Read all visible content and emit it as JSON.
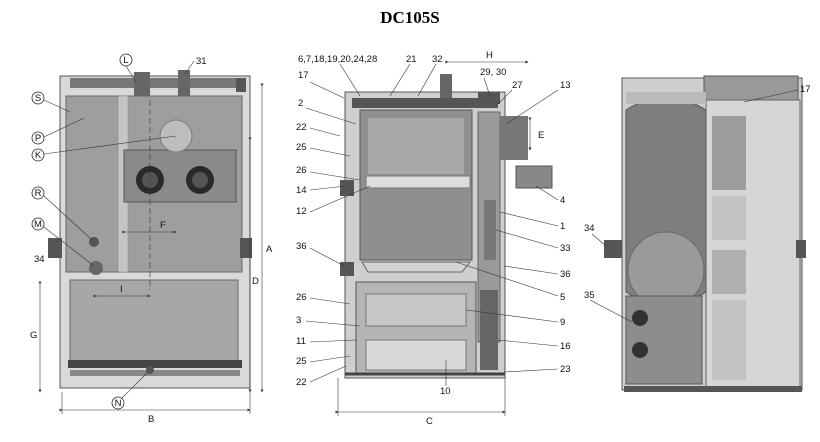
{
  "title": "DC105S",
  "front_view": {
    "letter_labels": [
      "L",
      "S",
      "P",
      "K",
      "R",
      "M",
      "N"
    ],
    "dim_labels": {
      "A": "A",
      "D": "D",
      "G": "G",
      "B": "B",
      "F": "F",
      "I": "I"
    },
    "side_number": "34",
    "top_number": "31"
  },
  "section_view": {
    "left_labels": [
      "6,7,18,19,20,24,28",
      "17",
      "2",
      "22",
      "25",
      "26",
      "14",
      "12",
      "36",
      "26",
      "3",
      "11",
      "25",
      "22"
    ],
    "right_labels": [
      "21",
      "32",
      "H",
      "29, 30",
      "13",
      "27",
      "E",
      "4",
      "1",
      "33",
      "36",
      "5",
      "9",
      "16",
      "23"
    ],
    "bottom_number": "10",
    "dim_label": "C"
  },
  "side_view": {
    "labels": [
      "17",
      "34",
      "35"
    ]
  }
}
